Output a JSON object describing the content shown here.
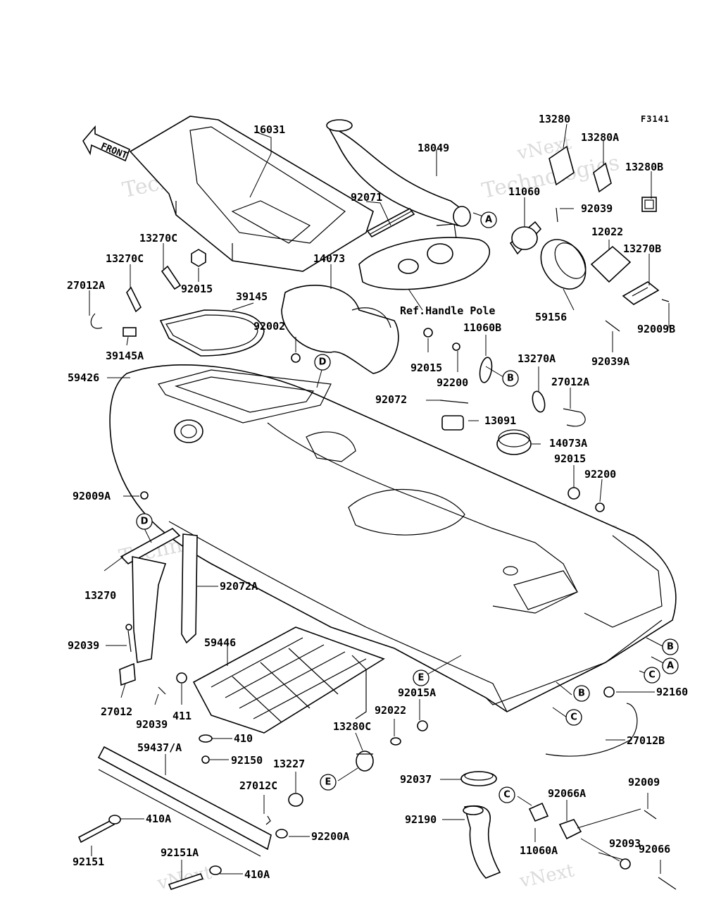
{
  "figure_code": "F3141",
  "front_arrow_label": "FRONT",
  "watermark": [
    "vNext",
    "Technologies"
  ],
  "ref_note": "Ref.Handle Pole",
  "labels": {
    "p16031": "16031",
    "p18049": "18049",
    "p13280": "13280",
    "p13280A": "13280A",
    "p13280B": "13280B",
    "p92071": "92071",
    "p11060": "11060",
    "p92039t": "92039",
    "p12022": "12022",
    "p13270B": "13270B",
    "p13270C1": "13270C",
    "p13270C2": "13270C",
    "p27012A1": "27012A",
    "p92015a": "92015",
    "p39145": "39145",
    "p14073": "14073",
    "p39145A": "39145A",
    "p92002": "92002",
    "p59156": "59156",
    "p92009B": "92009B",
    "p92039A": "92039A",
    "p11060B": "11060B",
    "p92015b": "92015",
    "p92200a": "92200",
    "p13270A": "13270A",
    "p27012A2": "27012A",
    "p59426": "59426",
    "p92072": "92072",
    "p13091": "13091",
    "p14073A": "14073A",
    "p92015c": "92015",
    "p92200b": "92200",
    "p92009A": "92009A",
    "p13270": "13270",
    "p92072A": "92072A",
    "p92039b": "92039",
    "p59446": "59446",
    "p27012": "27012",
    "p92039c": "92039",
    "p411": "411",
    "p410": "410",
    "p92015A": "92015A",
    "p92022": "92022",
    "p13280C": "13280C",
    "p92160": "92160",
    "p27012B": "27012B",
    "p59437A": "59437/A",
    "p92150": "92150",
    "p13227": "13227",
    "p27012C": "27012C",
    "p92037": "92037",
    "p92009": "92009",
    "p92066A": "92066A",
    "p410A1": "410A",
    "p92093": "92093",
    "p92190": "92190",
    "p92200A": "92200A",
    "p11060A": "11060A",
    "p92151": "92151",
    "p92151A": "92151A",
    "p410A2": "410A",
    "p92066": "92066"
  },
  "callouts": {
    "A1": "A",
    "A2": "A",
    "B1": "B",
    "B2": "B",
    "B3": "B",
    "C1": "C",
    "C2": "C",
    "C3": "C",
    "D1": "D",
    "D2": "D",
    "E1": "E",
    "E2": "E"
  }
}
